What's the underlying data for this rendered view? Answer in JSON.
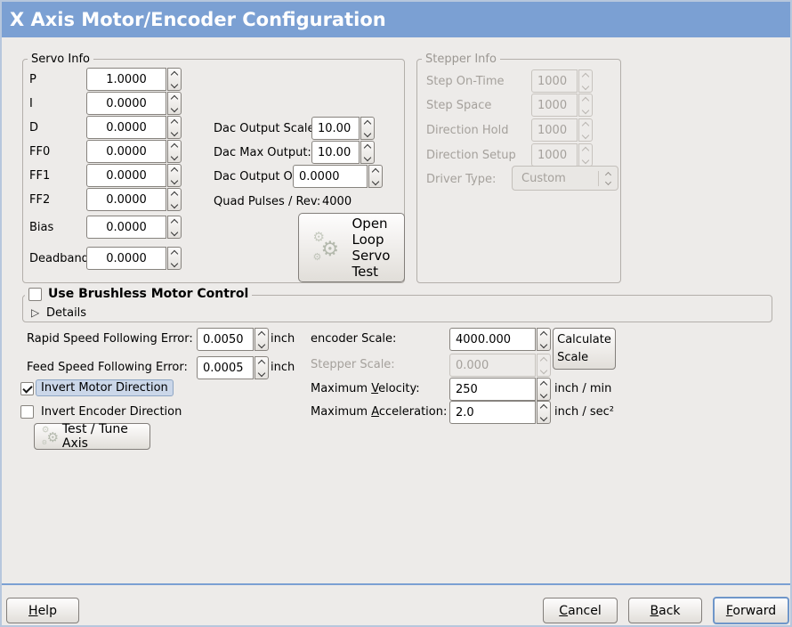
{
  "titlebar": {
    "title": "X Axis Motor/Encoder Configuration"
  },
  "colors": {
    "accent_blue": "#7ba0d3",
    "window_bg": "#edebe9"
  },
  "servo_info": {
    "legend": "Servo Info",
    "rows": [
      {
        "label": "P",
        "value": "1.0000"
      },
      {
        "label": "I",
        "value": "0.0000"
      },
      {
        "label": "D",
        "value": "0.0000"
      },
      {
        "label": "FF0",
        "value": "0.0000"
      },
      {
        "label": "FF1",
        "value": "0.0000"
      },
      {
        "label": "FF2",
        "value": "0.0000"
      },
      {
        "label": "Bias",
        "value": "0.0000"
      },
      {
        "label": "Deadband",
        "value": "0.0000"
      }
    ]
  },
  "dac": {
    "output_scale_label": "Dac Output Scale:",
    "output_scale_value": "10.00",
    "max_output_label": "Dac Max Output:",
    "max_output_value": "10.00",
    "output_offset_label": "Dac Output Offset:",
    "output_offset_value": "0.0000",
    "quad_pulses_label": "Quad Pulses / Rev:",
    "quad_pulses_value": "4000"
  },
  "open_loop_button": {
    "lines": [
      "Open",
      "Loop",
      "Servo",
      "Test"
    ]
  },
  "stepper_info": {
    "legend": "Stepper Info",
    "rows": [
      {
        "label": "Step On-Time",
        "value": "1000"
      },
      {
        "label": "Step Space",
        "value": "1000"
      },
      {
        "label": "Direction Hold",
        "value": "1000"
      },
      {
        "label": "Direction Setup",
        "value": "1000"
      }
    ],
    "driver_type_label": "Driver Type:",
    "driver_type_value": "Custom"
  },
  "brushless": {
    "label": "Use Brushless Motor Control",
    "details_label": "Details"
  },
  "following_error": {
    "rapid_label": "Rapid Speed Following Error:",
    "rapid_value": "0.0050",
    "rapid_unit": "inch",
    "feed_label": "Feed Speed Following Error:",
    "feed_value": "0.0005",
    "feed_unit": "inch"
  },
  "invert": {
    "motor_label": "Invert Motor Direction",
    "encoder_label": "Invert Encoder Direction"
  },
  "test_tune_button_label": "Test / Tune Axis",
  "scales": {
    "encoder_label": "encoder Scale:",
    "encoder_value": "4000.000",
    "calculate_button_lines": [
      "Calculate",
      "Scale"
    ],
    "stepper_label": "Stepper Scale:",
    "stepper_value": "0.000"
  },
  "motion": {
    "velocity_label_pre": "Maximum ",
    "velocity_label_u": "V",
    "velocity_label_post": "elocity:",
    "velocity_value": "250",
    "velocity_unit": "inch / min",
    "accel_label_pre": "Maximum ",
    "accel_label_u": "A",
    "accel_label_post": "cceleration:",
    "accel_value": "2.0",
    "accel_unit": "inch / sec²"
  },
  "footer": {
    "help_u": "H",
    "help_post": "elp",
    "cancel_u": "C",
    "cancel_post": "ancel",
    "back_u": "B",
    "back_post": "ack",
    "forward_u": "F",
    "forward_post": "orward"
  }
}
